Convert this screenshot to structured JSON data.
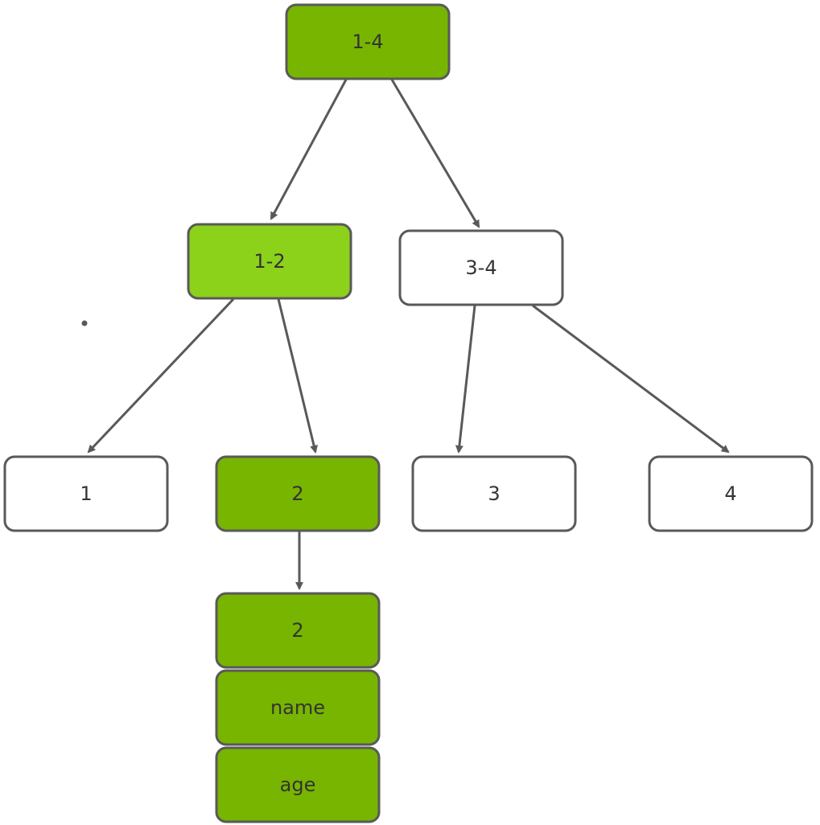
{
  "colors": {
    "dark_green": "#77b500",
    "light_green": "#8cd11a",
    "white": "#ffffff",
    "border": "#595959",
    "edge": "#595959",
    "text": "#333333"
  },
  "nodes": {
    "n_1_4": {
      "label": "1-4",
      "fill": "dark_green"
    },
    "n_1_2": {
      "label": "1-2",
      "fill": "light_green"
    },
    "n_3_4": {
      "label": "3-4",
      "fill": "white"
    },
    "n_1": {
      "label": "1",
      "fill": "white"
    },
    "n_2": {
      "label": "2",
      "fill": "dark_green"
    },
    "n_3": {
      "label": "3",
      "fill": "white"
    },
    "n_4": {
      "label": "4",
      "fill": "white"
    },
    "n_2b": {
      "label": "2",
      "fill": "dark_green"
    },
    "n_name": {
      "label": "name",
      "fill": "dark_green"
    },
    "n_age": {
      "label": "age",
      "fill": "dark_green"
    }
  },
  "edges": [
    {
      "from": "n_1_4",
      "to": "n_1_2"
    },
    {
      "from": "n_1_4",
      "to": "n_3_4"
    },
    {
      "from": "n_1_2",
      "to": "n_1"
    },
    {
      "from": "n_1_2",
      "to": "n_2"
    },
    {
      "from": "n_3_4",
      "to": "n_3"
    },
    {
      "from": "n_3_4",
      "to": "n_4"
    },
    {
      "from": "n_2",
      "to": "n_2b"
    }
  ]
}
